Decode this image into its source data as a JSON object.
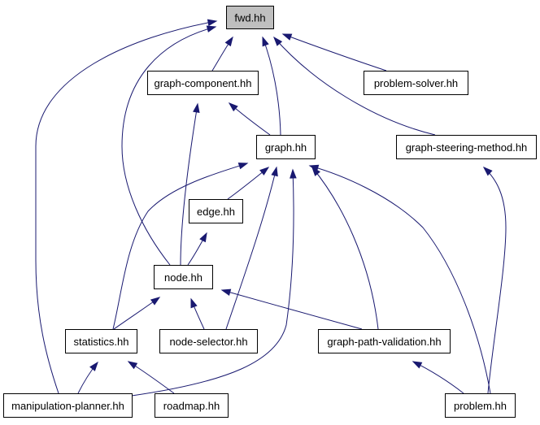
{
  "graph": {
    "nodes": [
      {
        "id": "fwd",
        "label": "fwd.hh",
        "highlighted": true
      },
      {
        "id": "graph_component",
        "label": "graph-component.hh"
      },
      {
        "id": "problem_solver",
        "label": "problem-solver.hh"
      },
      {
        "id": "graph",
        "label": "graph.hh"
      },
      {
        "id": "graph_steering_method",
        "label": "graph-steering-method.hh"
      },
      {
        "id": "edge",
        "label": "edge.hh"
      },
      {
        "id": "node",
        "label": "node.hh"
      },
      {
        "id": "statistics",
        "label": "statistics.hh"
      },
      {
        "id": "node_selector",
        "label": "node-selector.hh"
      },
      {
        "id": "graph_path_validation",
        "label": "graph-path-validation.hh"
      },
      {
        "id": "manipulation_planner",
        "label": "manipulation-planner.hh"
      },
      {
        "id": "roadmap",
        "label": "roadmap.hh"
      },
      {
        "id": "problem",
        "label": "problem.hh"
      }
    ],
    "edges": [
      {
        "from": "graph_component",
        "to": "fwd"
      },
      {
        "from": "problem_solver",
        "to": "fwd"
      },
      {
        "from": "graph",
        "to": "fwd"
      },
      {
        "from": "graph_steering_method",
        "to": "fwd"
      },
      {
        "from": "node",
        "to": "fwd"
      },
      {
        "from": "manipulation_planner",
        "to": "fwd"
      },
      {
        "from": "graph",
        "to": "graph_component"
      },
      {
        "from": "node",
        "to": "graph_component"
      },
      {
        "from": "edge",
        "to": "graph"
      },
      {
        "from": "statistics",
        "to": "graph"
      },
      {
        "from": "node_selector",
        "to": "graph"
      },
      {
        "from": "manipulation_planner",
        "to": "graph"
      },
      {
        "from": "graph_path_validation",
        "to": "graph"
      },
      {
        "from": "problem",
        "to": "graph"
      },
      {
        "from": "node",
        "to": "edge"
      },
      {
        "from": "statistics",
        "to": "node"
      },
      {
        "from": "node_selector",
        "to": "node"
      },
      {
        "from": "graph_path_validation",
        "to": "node"
      },
      {
        "from": "manipulation_planner",
        "to": "statistics"
      },
      {
        "from": "roadmap",
        "to": "statistics"
      },
      {
        "from": "problem",
        "to": "graph_path_validation"
      },
      {
        "from": "problem",
        "to": "graph_steering_method"
      }
    ],
    "colors": {
      "edge": "#191970",
      "node_border": "#000000",
      "node_fill": "#ffffff",
      "highlight_fill": "#bfbfbf"
    }
  }
}
